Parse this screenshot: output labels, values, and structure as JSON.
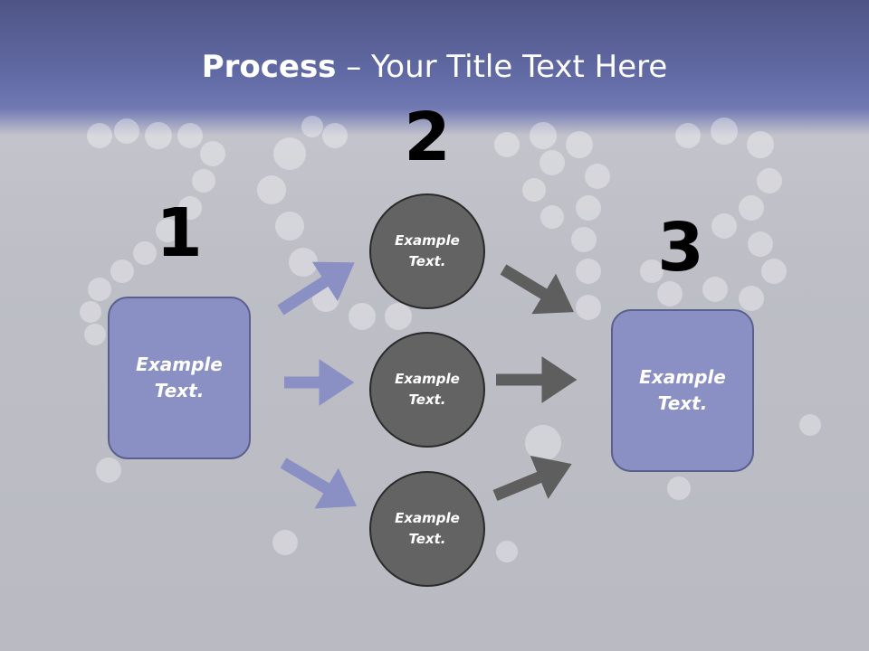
{
  "slide": {
    "title_bold": "Process",
    "title_rest": " – Your Title Text Here"
  },
  "steps": [
    {
      "number": "1",
      "label": "Example Text."
    },
    {
      "number": "2",
      "items": [
        "Example Text.",
        "Example Text.",
        "Example Text."
      ]
    },
    {
      "number": "3",
      "label": "Example Text."
    }
  ],
  "colors": {
    "box_fill": "#8b90c4",
    "circle_fill": "#636363",
    "arrow_left": "#8b90c4",
    "arrow_right": "#5e5e5e",
    "header": "#626aa5"
  }
}
